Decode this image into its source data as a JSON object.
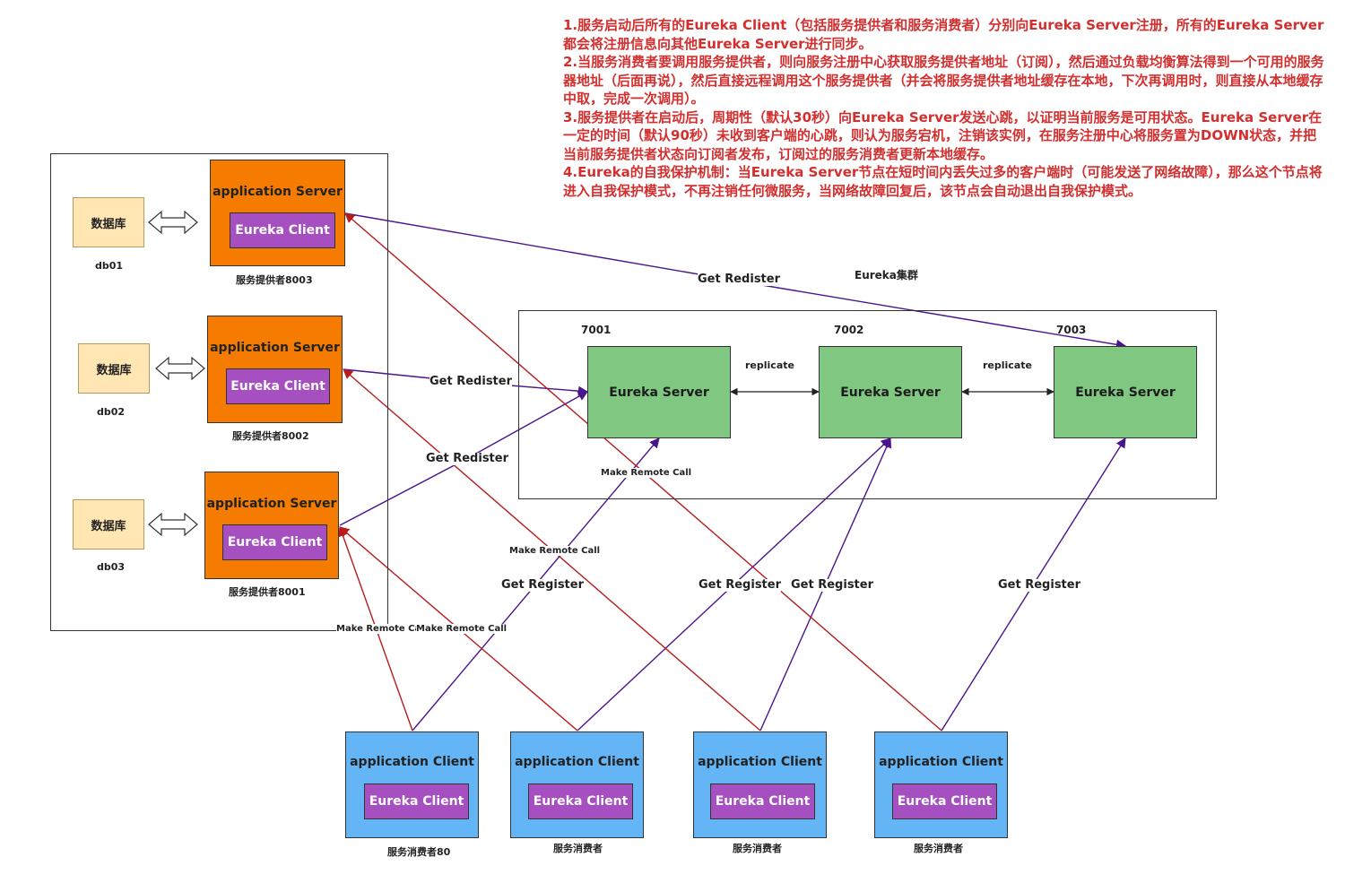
{
  "notes": [
    "1.服务启动后所有的Eureka Client（包括服务提供者和服务消费者）分别向Eureka Server注册，所有的Eureka Server都会将注册信息向其他Eureka Server进行同步。",
    "2.当服务消费者要调用服务提供者，则向服务注册中心获取服务提供者地址（订阅），然后通过负载均衡算法得到一个可用的服务器地址（后面再说），然后直接远程调用这个服务提供者（并会将服务提供者地址缓存在本地，下次再调用时，则直接从本地缓存中取，完成一次调用）。",
    "3.服务提供者在启动后，周期性（默认30秒）向Eureka Server发送心跳，以证明当前服务是可用状态。Eureka Server在一定的时间（默认90秒）未收到客户端的心跳，则认为服务宕机，注销该实例，在服务注册中心将服务置为DOWN状态，并把当前服务提供者状态向订阅者发布，订阅过的服务消费者更新本地缓存。",
    "4.Eureka的自我保护机制：当Eureka Server节点在短时间内丢失过多的客户端时（可能发送了网络故障），那么这个节点将进入自我保护模式，不再注销任何微服务，当网络故障回复后，该节点会自动退出自我保护模式。"
  ],
  "cluster": {
    "title": "Eureka集群",
    "replicate_label": "replicate",
    "servers": [
      {
        "port": "7001",
        "label": "Eureka Server"
      },
      {
        "port": "7002",
        "label": "Eureka Server"
      },
      {
        "port": "7003",
        "label": "Eureka Server"
      }
    ]
  },
  "providers": [
    {
      "app_label": "application Server",
      "client_label": "Eureka Client",
      "caption": "服务提供者8003",
      "db_label": "数据库",
      "db_caption": "db01"
    },
    {
      "app_label": "application Server",
      "client_label": "Eureka Client",
      "caption": "服务提供者8002",
      "db_label": "数据库",
      "db_caption": "db02"
    },
    {
      "app_label": "application Server",
      "client_label": "Eureka Client",
      "caption": "服务提供者8001",
      "db_label": "数据库",
      "db_caption": "db03"
    }
  ],
  "consumers": [
    {
      "app_label": "application Client",
      "client_label": "Eureka Client",
      "caption": "服务消费者80"
    },
    {
      "app_label": "application Client",
      "client_label": "Eureka Client",
      "caption": "服务消费者"
    },
    {
      "app_label": "application Client",
      "client_label": "Eureka Client",
      "caption": "服务消费者"
    },
    {
      "app_label": "application Client",
      "client_label": "Eureka Client",
      "caption": "服务消费者"
    }
  ],
  "edge_labels": {
    "get_redister": "Get Redister",
    "get_register": "Get Register",
    "make_remote_call": "Make Remote Call"
  },
  "colors": {
    "register_line": "#4a148c",
    "call_line": "#b71c1c",
    "notes_text": "#d32f2f"
  }
}
